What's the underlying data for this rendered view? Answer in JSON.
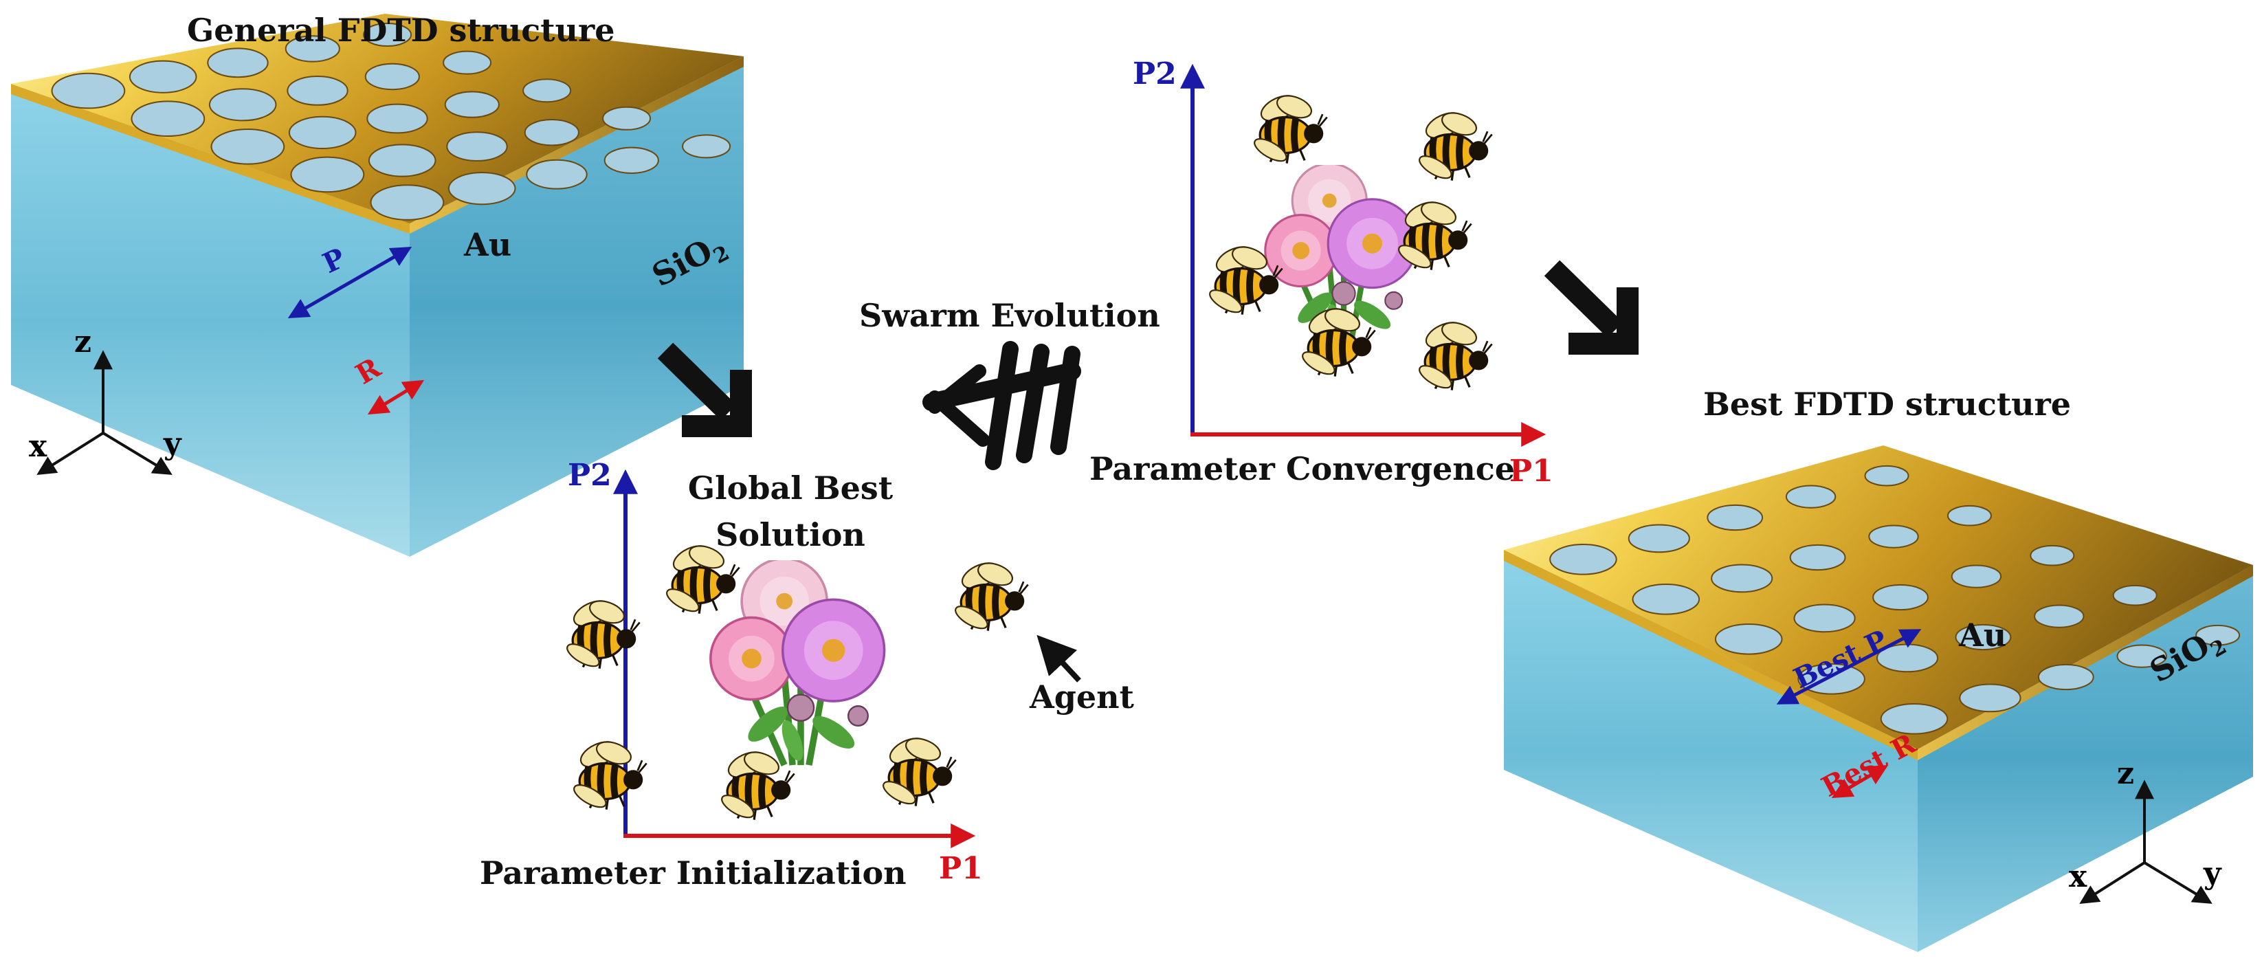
{
  "colors": {
    "gold_light": "#f7de62",
    "gold_mid": "#d9a92a",
    "gold_dark": "#8a6414",
    "substrate": "#6fbfd9",
    "substrate_dark": "#4aa3c4",
    "hole": "#a9cfe0",
    "axis_p1": "#d8121b",
    "axis_p2": "#1a1aa8",
    "arrow": "#111111"
  },
  "left_structure": {
    "title": "General FDTD structure",
    "metal_label": "Au",
    "substrate_label": "SiO",
    "substrate_sub": "2",
    "period_label": "P",
    "radius_label": "R",
    "axes": {
      "z": "z",
      "x": "x",
      "y": "y"
    }
  },
  "init_plot": {
    "y_axis_label": "P2",
    "x_axis_label": "P1",
    "caption": "Parameter Initialization",
    "global_best_line1": "Global Best",
    "global_best_line2": "Solution",
    "agent_label": "Agent"
  },
  "swarm": {
    "label": "Swarm Evolution"
  },
  "conv_plot": {
    "y_axis_label": "P2",
    "x_axis_label": "P1",
    "caption": "Parameter Convergence"
  },
  "right_structure": {
    "title": "Best FDTD structure",
    "metal_label": "Au",
    "substrate_label": "SiO",
    "substrate_sub": "2",
    "period_label": "Best P",
    "radius_label": "Best R",
    "axes": {
      "z": "z",
      "x": "x",
      "y": "y"
    }
  },
  "icons": {
    "bee": "bee-icon",
    "flower": "flower-icon",
    "flow_arrow": "arrow-down-right-icon",
    "swarm_arrow": "triple-chevron-arrow-icon"
  }
}
